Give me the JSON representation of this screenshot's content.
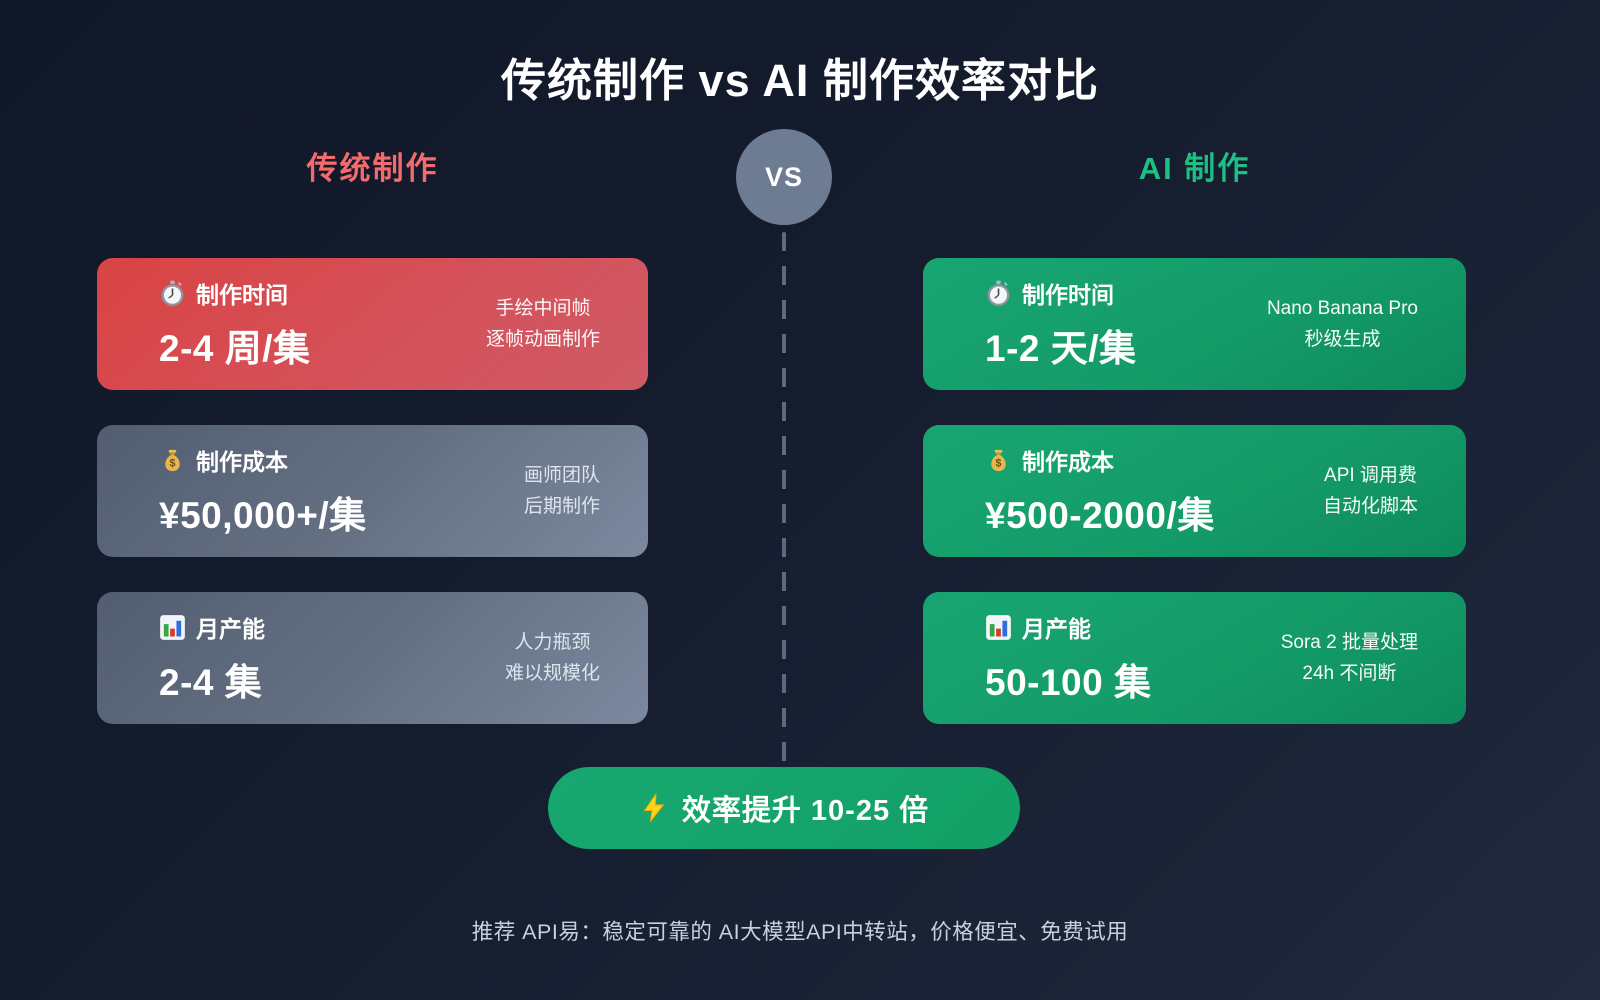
{
  "title": "传统制作 vs AI 制作效率对比",
  "vs_badge": "VS",
  "left_column": {
    "header": "传统制作",
    "cards": [
      {
        "icon": "stopwatch-icon",
        "label": "制作时间",
        "value": "2-4 周/集",
        "detail_line1": "手绘中间帧",
        "detail_line2": "逐帧动画制作",
        "variant": "red"
      },
      {
        "icon": "money-bag-icon",
        "label": "制作成本",
        "value": "¥50,000+/集",
        "detail_line1": "画师团队",
        "detail_line2": "后期制作",
        "variant": "gray"
      },
      {
        "icon": "bar-chart-icon",
        "label": "月产能",
        "value": "2-4 集",
        "detail_line1": "人力瓶颈",
        "detail_line2": "难以规模化",
        "variant": "gray"
      }
    ]
  },
  "right_column": {
    "header": "AI 制作",
    "cards": [
      {
        "icon": "stopwatch-icon",
        "label": "制作时间",
        "value": "1-2 天/集",
        "detail_line1": "Nano Banana Pro",
        "detail_line2": "秒级生成",
        "variant": "green"
      },
      {
        "icon": "money-bag-icon",
        "label": "制作成本",
        "value": "¥500-2000/集",
        "detail_line1": "API 调用费",
        "detail_line2": "自动化脚本",
        "variant": "green"
      },
      {
        "icon": "bar-chart-icon",
        "label": "月产能",
        "value": "50-100 集",
        "detail_line1": "Sora 2 批量处理",
        "detail_line2": "24h 不间断",
        "variant": "green"
      }
    ]
  },
  "conclusion": {
    "icon": "lightning-icon",
    "text": "效率提升 10-25 倍"
  },
  "footer": "推荐 API易：稳定可靠的 AI大模型API中转站，价格便宜、免费试用",
  "colors": {
    "background_start": "#101729",
    "background_end": "#202a3c",
    "traditional_header": "#f56b6b",
    "ai_header": "#1fbe82",
    "red_card": "#d94949",
    "gray_card": "#667183",
    "green_card": "#129c68",
    "vs_circle": "#6d7c93",
    "dash_line": "#5a6a81",
    "footer_text": "#c7d0de"
  }
}
